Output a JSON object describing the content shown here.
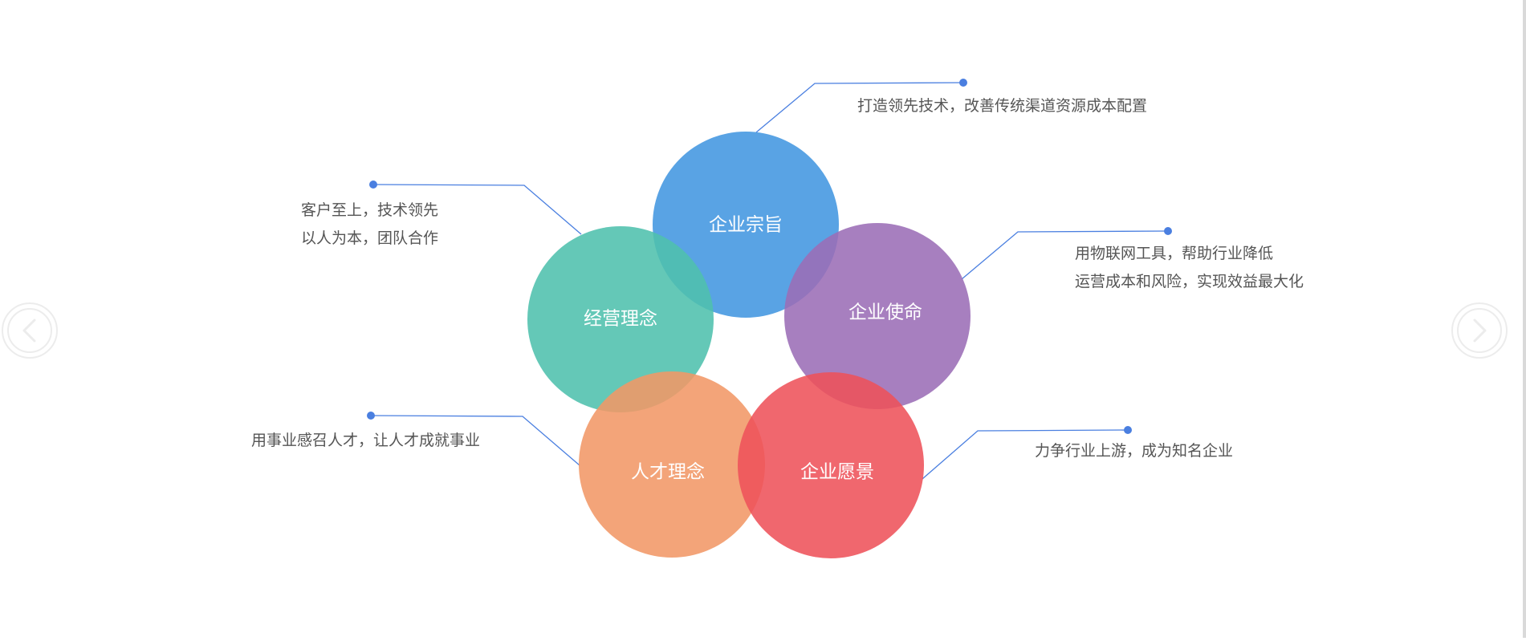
{
  "colors": {
    "accent_line": "#4a7fe0",
    "text": "#555555",
    "nav_ring": "#ececec"
  },
  "diagram": {
    "circles": [
      {
        "id": "mission",
        "label": "企业宗旨",
        "color": "#4b9be2"
      },
      {
        "id": "philosophy",
        "label": "经营理念",
        "color": "#4ec0ad"
      },
      {
        "id": "goal",
        "label": "企业使命",
        "color": "#9b6db6"
      },
      {
        "id": "talent",
        "label": "人才理念",
        "color": "#f19767"
      },
      {
        "id": "vision",
        "label": "企业愿景",
        "color": "#ee525a"
      }
    ],
    "callouts": [
      {
        "target": "mission",
        "lines": [
          "打造领先技术，改善传统渠道资源成本配置"
        ]
      },
      {
        "target": "philosophy",
        "lines": [
          "客户至上，技术领先",
          "以人为本，团队合作"
        ]
      },
      {
        "target": "goal",
        "lines": [
          "用物联网工具，帮助行业降低",
          "运营成本和风险，实现效益最大化"
        ]
      },
      {
        "target": "talent",
        "lines": [
          "用事业感召人才，让人才成就事业"
        ]
      },
      {
        "target": "vision",
        "lines": [
          "力争行业上游，成为知名企业"
        ]
      }
    ]
  },
  "navigation": {
    "prev_icon": "chevron-left-icon",
    "next_icon": "chevron-right-icon"
  }
}
